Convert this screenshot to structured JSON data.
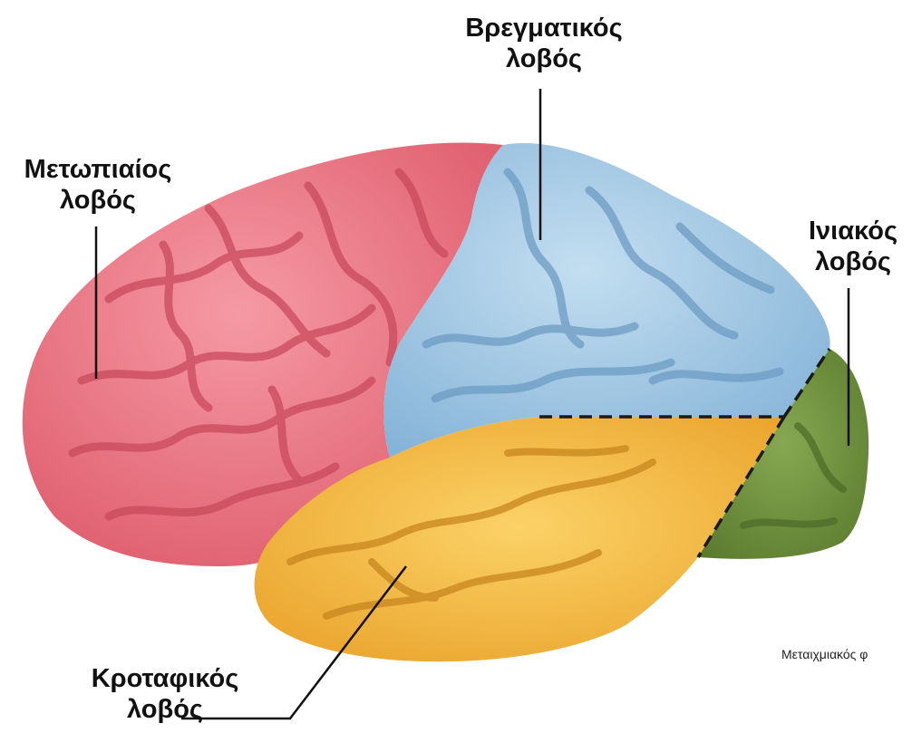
{
  "labels": {
    "frontal": {
      "line1": "Μετωπιαίος",
      "line2": "λοβός"
    },
    "parietal": {
      "line1": "Βρεγματικός",
      "line2": "λοβός"
    },
    "occipital": {
      "line1": "Ινιακός",
      "line2": "λοβός"
    },
    "temporal": {
      "line1": "Κροταφικός",
      "line2": "λοβός"
    }
  },
  "caption": "Μεταιχμιακός φ",
  "colors": {
    "frontal": "#e8707d",
    "parietal": "#9cc4e2",
    "occipital": "#6f8f3c",
    "temporal": "#f0b43a",
    "sulcus_frontal": "#c94a5c",
    "sulcus_parietal": "#6d9cc4",
    "sulcus_temporal": "#c8861e",
    "sulcus_occipital": "#4c6a26"
  }
}
